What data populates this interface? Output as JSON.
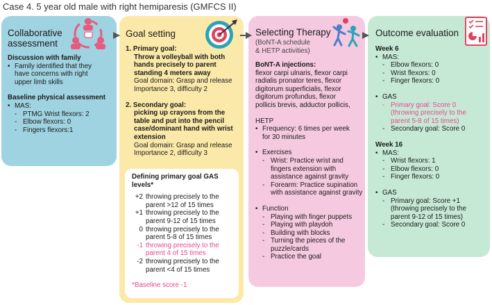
{
  "case_title": "Case 4. 5 year old male with right hemiparesis (GMFCS II)",
  "colors": {
    "collab_bg": "#9fd3e1",
    "goal_bg": "#fbe9a9",
    "therapy_bg": "#f5c9df",
    "outcome_bg": "#c6e9d6",
    "highlight": "#e24b8c",
    "arrow": "#555555"
  },
  "collab": {
    "title": [
      "Collaborative",
      "assessment"
    ],
    "icon": "team-discussion-icon",
    "discussion_heading": "Discussion with family",
    "discussion_bullet": [
      "Family identified that they",
      "have concerns with right",
      "upper limb skills"
    ],
    "baseline_heading": "Baseline physical assessment",
    "mas_label": "MAS:",
    "mas_items": [
      "PTMG Wrist flexors: 2",
      "Elbow flexors: 0",
      "Fingers flexors:1"
    ]
  },
  "goal": {
    "title": "Goal setting",
    "icon": "target-dart-icon",
    "primary_label": "1. Primary goal:",
    "primary_goal": [
      "Throw a volleyball with both",
      "hands precisely to parent",
      "standing 4 meters away"
    ],
    "primary_domain": "Goal domain: Grasp and release",
    "primary_importance": "Importance 3, difficulty 2",
    "secondary_label": "2. Secondary goal:",
    "secondary_goal": [
      "picking up crayons from the",
      "table and put into the pencil",
      "case/dominant hand with wrist",
      "extension"
    ],
    "secondary_domain": "Goal domain: Grasp and release",
    "secondary_importance": "Importance 2, difficulty 3",
    "gas_heading": [
      "Defining primary goal GAS",
      "levels*"
    ],
    "gas_levels": [
      {
        "score": "+2",
        "lines": [
          "throwing precisely to the",
          "parent >12 of 15 times"
        ]
      },
      {
        "score": "+1",
        "lines": [
          "throwing precisely to the",
          "parent 9-12 of 15 times"
        ]
      },
      {
        "score": "0",
        "lines": [
          "throwing precisely to the",
          "parent 5-8 of 15 times"
        ]
      },
      {
        "score": "-1",
        "lines": [
          "throwing precisely to the",
          "parent 4 of 15 times"
        ]
      },
      {
        "score": "-2",
        "lines": [
          "throwing precisely to the",
          "parent <4 of 15 times"
        ]
      }
    ],
    "baseline_note": "*Baseline score -1"
  },
  "therapy": {
    "title": "Selecting Therapy",
    "subtitle": [
      "(BoNT-A schedule",
      "& HETP activities)"
    ],
    "icon": "children-playing-icon",
    "bont_heading": "BoNT-A injections:",
    "bont_text": [
      "flexor carpi ulnaris, flexor carpi",
      "radialis pronator teres, flexor",
      "digitorum superficialis, flexor",
      "digitorum profundus, flexor",
      "pollicis brevis, adductor pollicis,"
    ],
    "hetp_label": "HETP",
    "frequency": [
      "Frequency: 6 times per week",
      "for 30 minutes"
    ],
    "exercises_label": "Exercises",
    "wrist_ex": [
      "Wrist: Practice wrist and",
      "fingers extension with",
      "assistance against gravity"
    ],
    "forearm_ex": [
      "Forearm: Practice supination",
      "with assistance against gravity"
    ],
    "function_label": "Function",
    "function_items": [
      [
        "Playing with finger puppets"
      ],
      [
        "Playing with playdoh"
      ],
      [
        "Building with blocks"
      ],
      [
        "Turning the pieces of the",
        "puzzle/cards"
      ],
      [
        "Practice the goal"
      ]
    ]
  },
  "outcome": {
    "title": "Outcome evaluation",
    "icon": "report-chart-icon",
    "week6": {
      "label": "Week 6",
      "mas_label": "MAS:",
      "mas_items": [
        "Elbow flexors: 0",
        "Wrist flexors: 0",
        "Finger flexors: 0"
      ],
      "gas_label": "GAS",
      "primary": [
        "Primary goal: Score 0",
        "(throwing precisely to the",
        "parent 5-8 of 15 times)"
      ],
      "secondary": "Secondary goal: Score 0"
    },
    "week16": {
      "label": "Week 16",
      "mas_label": "MAS:",
      "mas_items": [
        "Wrist flexors: 1",
        "Elbow flexors: 0",
        "Finger flexors: 0"
      ],
      "gas_label": "GAS",
      "primary": [
        "Primary goal: Score +1",
        "(throwing precisely to the",
        "parent 9-12 of 15 times)"
      ],
      "secondary": "Secondary goal: Score 0"
    }
  }
}
